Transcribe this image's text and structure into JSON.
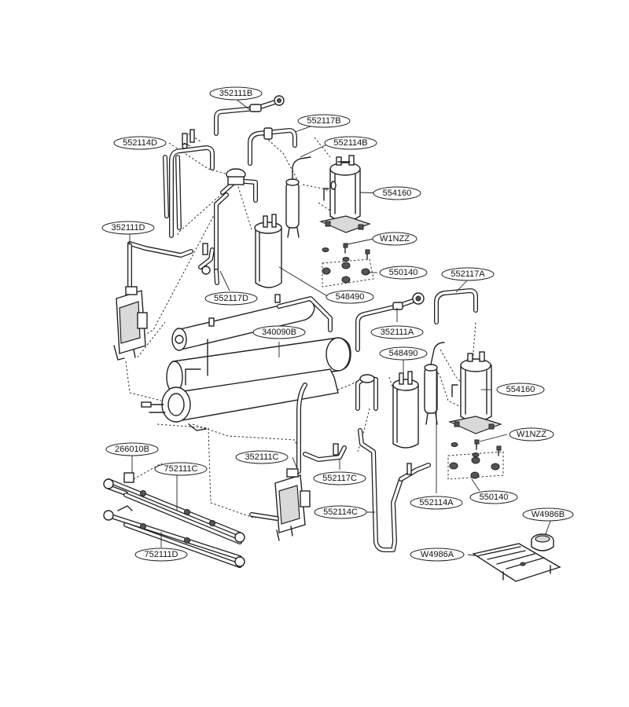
{
  "labels": {
    "l352111B": "352111B",
    "l552117B": "552117B",
    "l552114D": "552114D",
    "l552114B": "552114B",
    "l554160_top": "554160",
    "l352111D": "352111D",
    "lW1NZZ_top": "W1NZZ",
    "l550140_top": "550140",
    "l552117A": "552117A",
    "l552117D": "552117D",
    "l548490_top": "548490",
    "l352111A": "352111A",
    "l340090B": "340090B",
    "l548490_mid": "548490",
    "l554160_right": "554160",
    "lW1NZZ_right": "W1NZZ",
    "l266010B": "266010B",
    "l752111C": "752111C",
    "l352111C": "352111C",
    "l552117C": "552117C",
    "l550140_right": "550140",
    "l552114A": "552114A",
    "lW4986B": "W4986B",
    "l552114C": "552114C",
    "lW4986A": "W4986A",
    "l752111D": "752111D"
  }
}
